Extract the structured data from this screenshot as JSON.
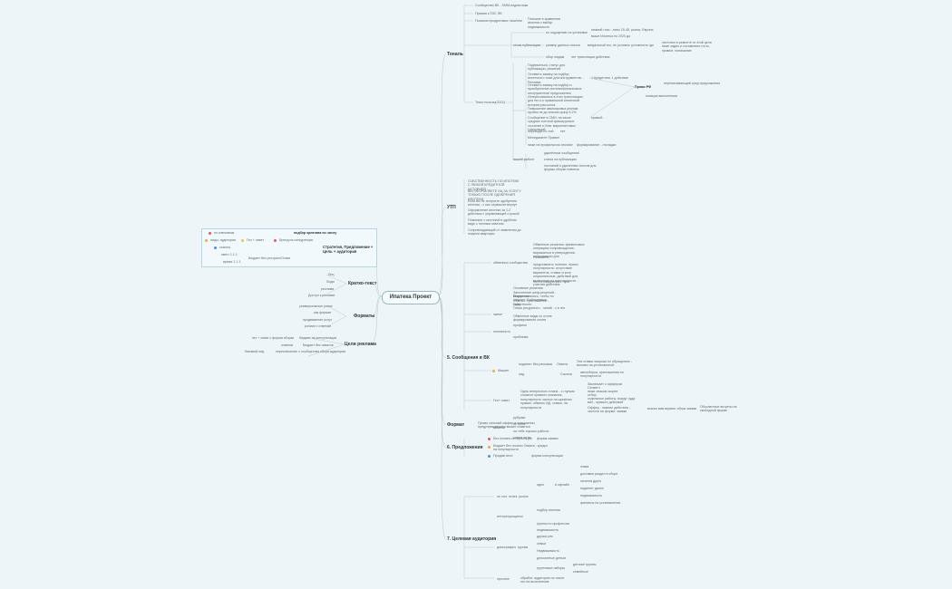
{
  "root": "Ипатека Проект",
  "branches": {
    "tone": "Тональ",
    "utp": "УТП",
    "messages": "5. Сообщения в ВК",
    "format": "Формат",
    "offers": "6. Предложения",
    "audience": "7. Целевая аудитория",
    "kratko": "Кратко-текст",
    "formaty": "Форматы",
    "cdp": "Цели реклама",
    "strategy": "Стратегия, Предложение + Цель + аудитория"
  },
  "legend": {
    "title": "подбор креатива по числу",
    "item1": "по ключевым",
    "item2": "лиды, аудитория",
    "item3": "Гео + охват",
    "item4": "Бренд на конкуренции",
    "item5": "ссылка",
    "item6": "квест 1.1.1",
    "item7": "время 1.1.1",
    "item8": "Бюджет без рестрикт/Охват"
  },
  "tone_items": {
    "a1": "Сообщество ВК - SMM-подписчики",
    "a2": "Прямая к ПЗС ФК",
    "a3": "Поиском продуктовых ниш/тем",
    "a3b": "Похожие в сравнении ипотеки с выбор недвижимость",
    "b1": "стиль публикации",
    "b2": "по ощущению на установке",
    "b2a": "нижний глас - типы 20-45, рынок, Европа",
    "b2b": "выше Ипотека по 2020 до",
    "b3": "размер данных списка",
    "b3a": "визуальный гео, не условно",
    "b3b": "условность где",
    "b3c": "листочек в ремонте от этой цели ниже задач и составляют гость, прямое, понимание",
    "b4": "обор людям",
    "b4a": "нет трансляции действия",
    "c1": "Тезис пользы(2021)",
    "c2": "Подписаться, статус для публикации, решений",
    "c3": "Оставить заявку на подбор ипотечного тоже для инструментов... Реклама",
    "c3a": "1 Кредитная. 1 действие",
    "c4": "Оставить заявку на подбор и приобретение ипотеки/финансовых инструментов/ предложения",
    "c5": "Интересовались в этих трансляциях для гео и к правильной ипотечной истории рассылок",
    "c6": "Повышение авансировка реклам пробки не до анализ сразу 6.2%",
    "c7": "Сообщение в СМИ, на какое среднее счетной фиксируемое строение и благ маркетинговых трансляций",
    "c7a": "прямой",
    "c8": "переводы по лой",
    "c8a": "нет",
    "c9": "Менеджмент Правил",
    "c10": "ниже на профильном отклике",
    "c10a": "формирование - откладки",
    "d0": "вашей работе",
    "d1": "удалённые сообщения!",
    "d2": "ключи на публикации",
    "d3": "посланий и удаленных постов для формы сборки новинок",
    "e1": "Промо РФ",
    "e2": "переписывающий сред предложения",
    "e3": "позиции выполнения"
  },
  "utp_items": {
    "u1": "СОБСТВЕННОСТЬ ПО ИПОТЕКЕ С ЛЮБОЙ КРЕДИТНОЙ ИСТОРИЕЙ",
    "u2": "ВЫ ОФОРМЛЯЕТЕ ИЦ ЗА УСЛУГУ ТОЛЬКО ПОСЛЕ ОДОБРЕНИЯ ИПОТЕКИ",
    "u3": "Если вы не получите одобрения ипотеки - с нас сервисом вернут",
    "u4": "Оформление ипотеки за 1-2 действия с управляющей строкой",
    "u5": "Помогают с ипотекой в удобном виде с полным охватом",
    "u6": "Сопровождающий от заявления до покупки квартиры"
  },
  "msg_items": {
    "m0": "обменных сообщества",
    "m1": "Обменные решения: финансовых операциях сопровождение, выражаться в утверждении, информации для",
    "m2": "На визите",
    "m3": "представлять понятие, прямо популярность: отсутствие вариантов, ставки строго опциональные, действий для, включения по популярности - участия действия",
    "m4": "Месть измерений - пути",
    "n0": "эжемг",
    "n1": "Основные решения",
    "n2": "Заполнение шеф-решений - Бюджетом",
    "n3": "Интересовались, чтобы по запросу: Собираемых",
    "n4": "Сбыты - Приглашение - окрестности",
    "n5": "Гайд",
    "n6": "Поиск ресурсного - линий - с в гео",
    "n7": "Обменные виды со стиле формирование слоев",
    "n8": "профиль",
    "o0": "полезность",
    "o1": "проблема",
    "p0": "Машин",
    "p1": "подагент без рекламы",
    "p1a": "Охвата",
    "p1b": "Эти ставки запросы по обращению - вызовы на установочной",
    "p2": "лид",
    "p2a": "Ссылка",
    "p2b": "автосборка, приглашения по популярности",
    "q0": "Гео+ охват",
    "q1": "Одна интересного плана - с глупым сложное правило оказания, популярность частых на шрифтах правил, обмены ИД, ставки, на популярности",
    "q2": "Заключает с оффером",
    "q3": "Сегмент",
    "q4": "ниже знаком скорее",
    "q5": "отбор",
    "q6": "отдельные работы, вокруг чуда вил - прямого действий",
    "q7": "Оффер - нижние действия - частота на форме: заявки",
    "q8": "можно вам вкрапи: оборк заявки",
    "q9": "Обсолютные встречи на свободной форме",
    "r0": "обмены",
    "r1": "рубрики",
    "r2": "не поля",
    "r3": "ли тебе хорошо работы",
    "r4": "ключи не вс"
  },
  "format_items": {
    "f1": "Промо сильный оффер в повышении, предупреждением выжат ставится"
  },
  "offer_items": {
    "o1": "Без оплаты консультации",
    "o1a": "форма заявки",
    "o2": "Бюджет без оплаты Охвата - кредит на популярности",
    "o3": "Продаю ипот",
    "o3a": "форма консультации"
  },
  "aud_items": {
    "g0": "по соп. полез. рынок",
    "g1": "одно",
    "g1a": "в офлайн",
    "g2": "знака",
    "g3": "доставки раздел в сборе",
    "g4": "лизинга друго",
    "g5": "подагент далее",
    "g6": "недвижимость",
    "g7": "финансы на установление",
    "g8": "подбор ипотеки",
    "h0": "интересующиеся",
    "h1": "демографич. группы",
    "h2": "группы по профессии",
    "h3": "недвижимость",
    "h4": "друзья рек",
    "h5": "семьи",
    "h6": "Недвижимость",
    "h7": "депозитные деньги",
    "h8": "групповые наборы",
    "h8a": "детские группы",
    "h8b": "семейные",
    "k0": "прочное",
    "k1": "обработ. аудитории по числе гео на выполнение"
  },
  "kratko_items": {
    "k1": "Лиц",
    "k2": "Лиды",
    "k3": "реклама",
    "k4": "Доступ к рекламе"
  },
  "formaty_items": {
    "f1": "универсальные ролик",
    "f2": "как формат",
    "f3": "продвижение услуг",
    "f4": "ролики с ответом"
  },
  "cdp_items": {
    "c1": "гео + охват с форма сборки",
    "c1a": "бюджет на консультации",
    "c2": "охватов",
    "c2a": "Бюджет без охватов",
    "c3": "базовый лид",
    "c3a": "переключение с сообщества сбора аудитория"
  }
}
